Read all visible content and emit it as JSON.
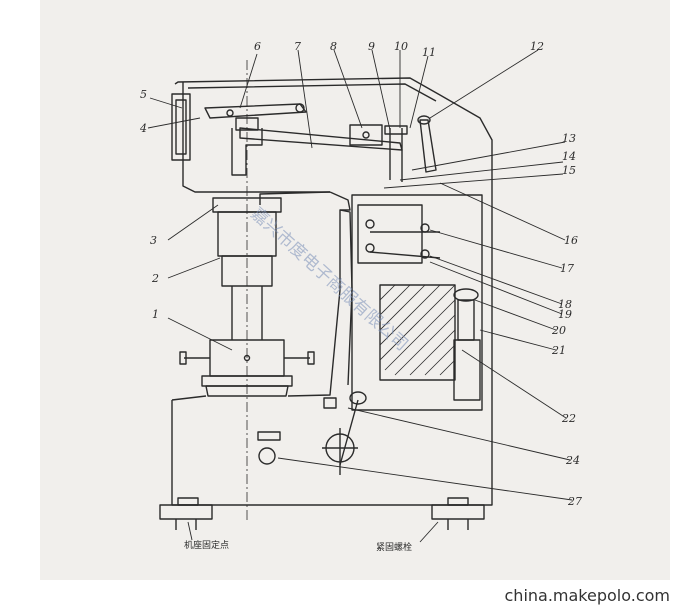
{
  "callouts": [
    {
      "id": "c1",
      "text": "1"
    },
    {
      "id": "c2",
      "text": "2"
    },
    {
      "id": "c3",
      "text": "3"
    },
    {
      "id": "c4",
      "text": "4"
    },
    {
      "id": "c5",
      "text": "5"
    },
    {
      "id": "c6",
      "text": "6"
    },
    {
      "id": "c7",
      "text": "7"
    },
    {
      "id": "c8",
      "text": "8"
    },
    {
      "id": "c9",
      "text": "9"
    },
    {
      "id": "c10",
      "text": "10"
    },
    {
      "id": "c11",
      "text": "11"
    },
    {
      "id": "c12",
      "text": "12"
    },
    {
      "id": "c13",
      "text": "13"
    },
    {
      "id": "c14",
      "text": "14"
    },
    {
      "id": "c15",
      "text": "15"
    },
    {
      "id": "c16",
      "text": "16"
    },
    {
      "id": "c17",
      "text": "17"
    },
    {
      "id": "c18",
      "text": "18"
    },
    {
      "id": "c19",
      "text": "19"
    },
    {
      "id": "c20",
      "text": "20"
    },
    {
      "id": "c21",
      "text": "21"
    },
    {
      "id": "c22",
      "text": "22"
    },
    {
      "id": "c24",
      "text": "24"
    },
    {
      "id": "c27",
      "text": "27"
    }
  ],
  "bottom_notes": {
    "left_foot": "机座固定点",
    "right_foot": "紧固螺栓"
  },
  "watermark": "嘉兴市度电子商服有限公司",
  "footer": "china.makepolo.com",
  "colors": {
    "ink": "#2b2b2b",
    "paper": "#f1efec",
    "watermark": "#7a8fb8"
  }
}
